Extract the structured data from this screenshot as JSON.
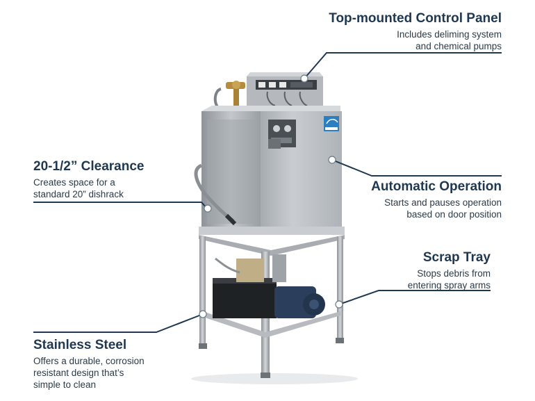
{
  "callouts": {
    "control_panel": {
      "title": "Top-mounted Control Panel",
      "line1": "Includes deliming system",
      "line2": "and chemical pumps"
    },
    "clearance": {
      "title": "20-1/2” Clearance",
      "line1": "Creates space for a",
      "line2": "standard 20” dishrack"
    },
    "automatic": {
      "title": "Automatic Operation",
      "line1": "Starts and pauses operation",
      "line2": "based on door position"
    },
    "scrap_tray": {
      "title": "Scrap Tray",
      "line1": "Stops debris from",
      "line2": "entering spray arms"
    },
    "stainless": {
      "title": "Stainless Steel",
      "line1": "Offers a durable, corrosion",
      "line2": "resistant design that’s",
      "line3": "simple to clean"
    }
  },
  "colors": {
    "heading": "#1f3850",
    "body_text": "#2a3a48",
    "steel": "#b8bcc0",
    "energy_star_badge": "#2a7fc1"
  },
  "icons": {
    "energy_badge": "energy-star-badge-icon"
  }
}
